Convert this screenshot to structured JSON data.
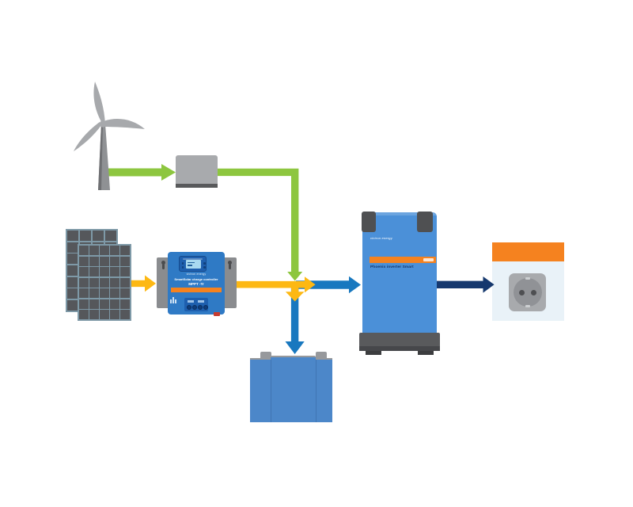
{
  "diagram_type": "energy-system-diagram",
  "colors": {
    "green": "#8dc63f",
    "yellow": "#fdb813",
    "blue": "#1878bf",
    "navy": "#16386e",
    "gray": "#a8aaad",
    "darkgray": "#58595b",
    "panelframe": "#7e99a7",
    "cellcolor": "#55575b",
    "mpptblue": "#2f7ac5",
    "mpptdark": "#1e5fae",
    "screen": "#a8d9f0",
    "orange": "#f5821f",
    "invblue": "#4b90d8",
    "invlabel": "#14366b",
    "battblue": "#4c87c9",
    "battgray": "#97999c",
    "socketbody": "#e9f2f8",
    "plategray": "#a8aaad",
    "socketcircle": "#909296",
    "holedark": "#4e4f52",
    "basegray": "#595a5c",
    "bracketgray": "#4f5052",
    "blade": "#a7a9ac",
    "mast": "#8f9194"
  },
  "solar": {
    "back": {
      "cols": 4,
      "rows": 7
    },
    "front": {
      "cols": 5,
      "rows": 7
    }
  },
  "mppt": {
    "brand": "victron energy",
    "line1": "SmartSolar charge controller",
    "line2": "MPPT -Tr"
  },
  "inverter": {
    "brand": "victron energy",
    "label": "Phoenix inverter Smart"
  },
  "flows": [
    {
      "from": "wind-turbine",
      "to": "wind-controller",
      "color": "green"
    },
    {
      "from": "wind-controller",
      "to": "junction",
      "color": "green"
    },
    {
      "from": "solar-panels",
      "to": "mppt-charge-controller",
      "color": "yellow"
    },
    {
      "from": "mppt-charge-controller",
      "to": "junction",
      "color": "yellow"
    },
    {
      "from": "junction",
      "to": "battery",
      "color": "blue"
    },
    {
      "from": "junction",
      "to": "inverter",
      "color": "blue"
    },
    {
      "from": "inverter",
      "to": "ac-outlet",
      "color": "navy"
    }
  ]
}
